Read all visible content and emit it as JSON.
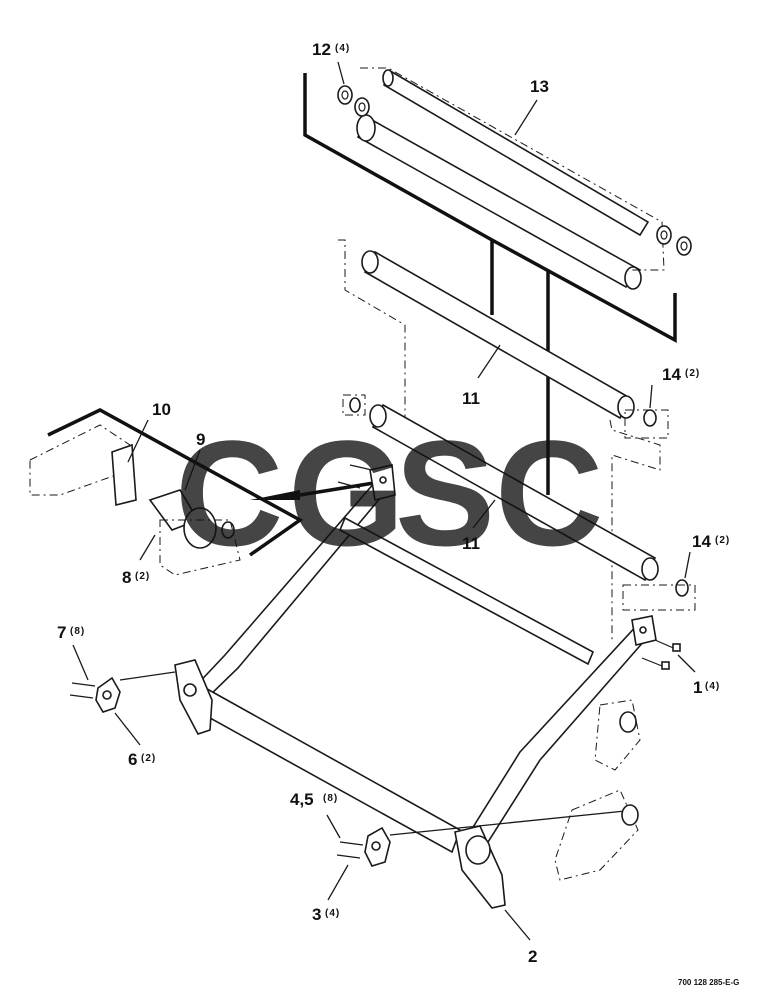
{
  "labels": {
    "p12": "12",
    "p12_qty": "(4)",
    "p13": "13",
    "p11a": "11",
    "p14a": "14",
    "p14a_qty": "(2)",
    "p10": "10",
    "p9": "9",
    "p8": "8",
    "p8_qty": "(2)",
    "p11b": "11",
    "p14b": "14",
    "p14b_qty": "(2)",
    "p7": "7",
    "p7_qty": "(8)",
    "p1": "1",
    "p1_qty": "(4)",
    "p6": "6",
    "p6_qty": "(2)",
    "p45": "4,5",
    "p45_qty": "(8)",
    "p3": "3",
    "p3_qty": "(4)",
    "p2": "2"
  },
  "watermark": {
    "letters": [
      "C",
      "G",
      "S",
      "C"
    ],
    "colors": [
      "#4285F4",
      "#EA4335",
      "#FBBC05",
      "#34A853"
    ]
  },
  "figure_ref": "700 128 285-E-G"
}
